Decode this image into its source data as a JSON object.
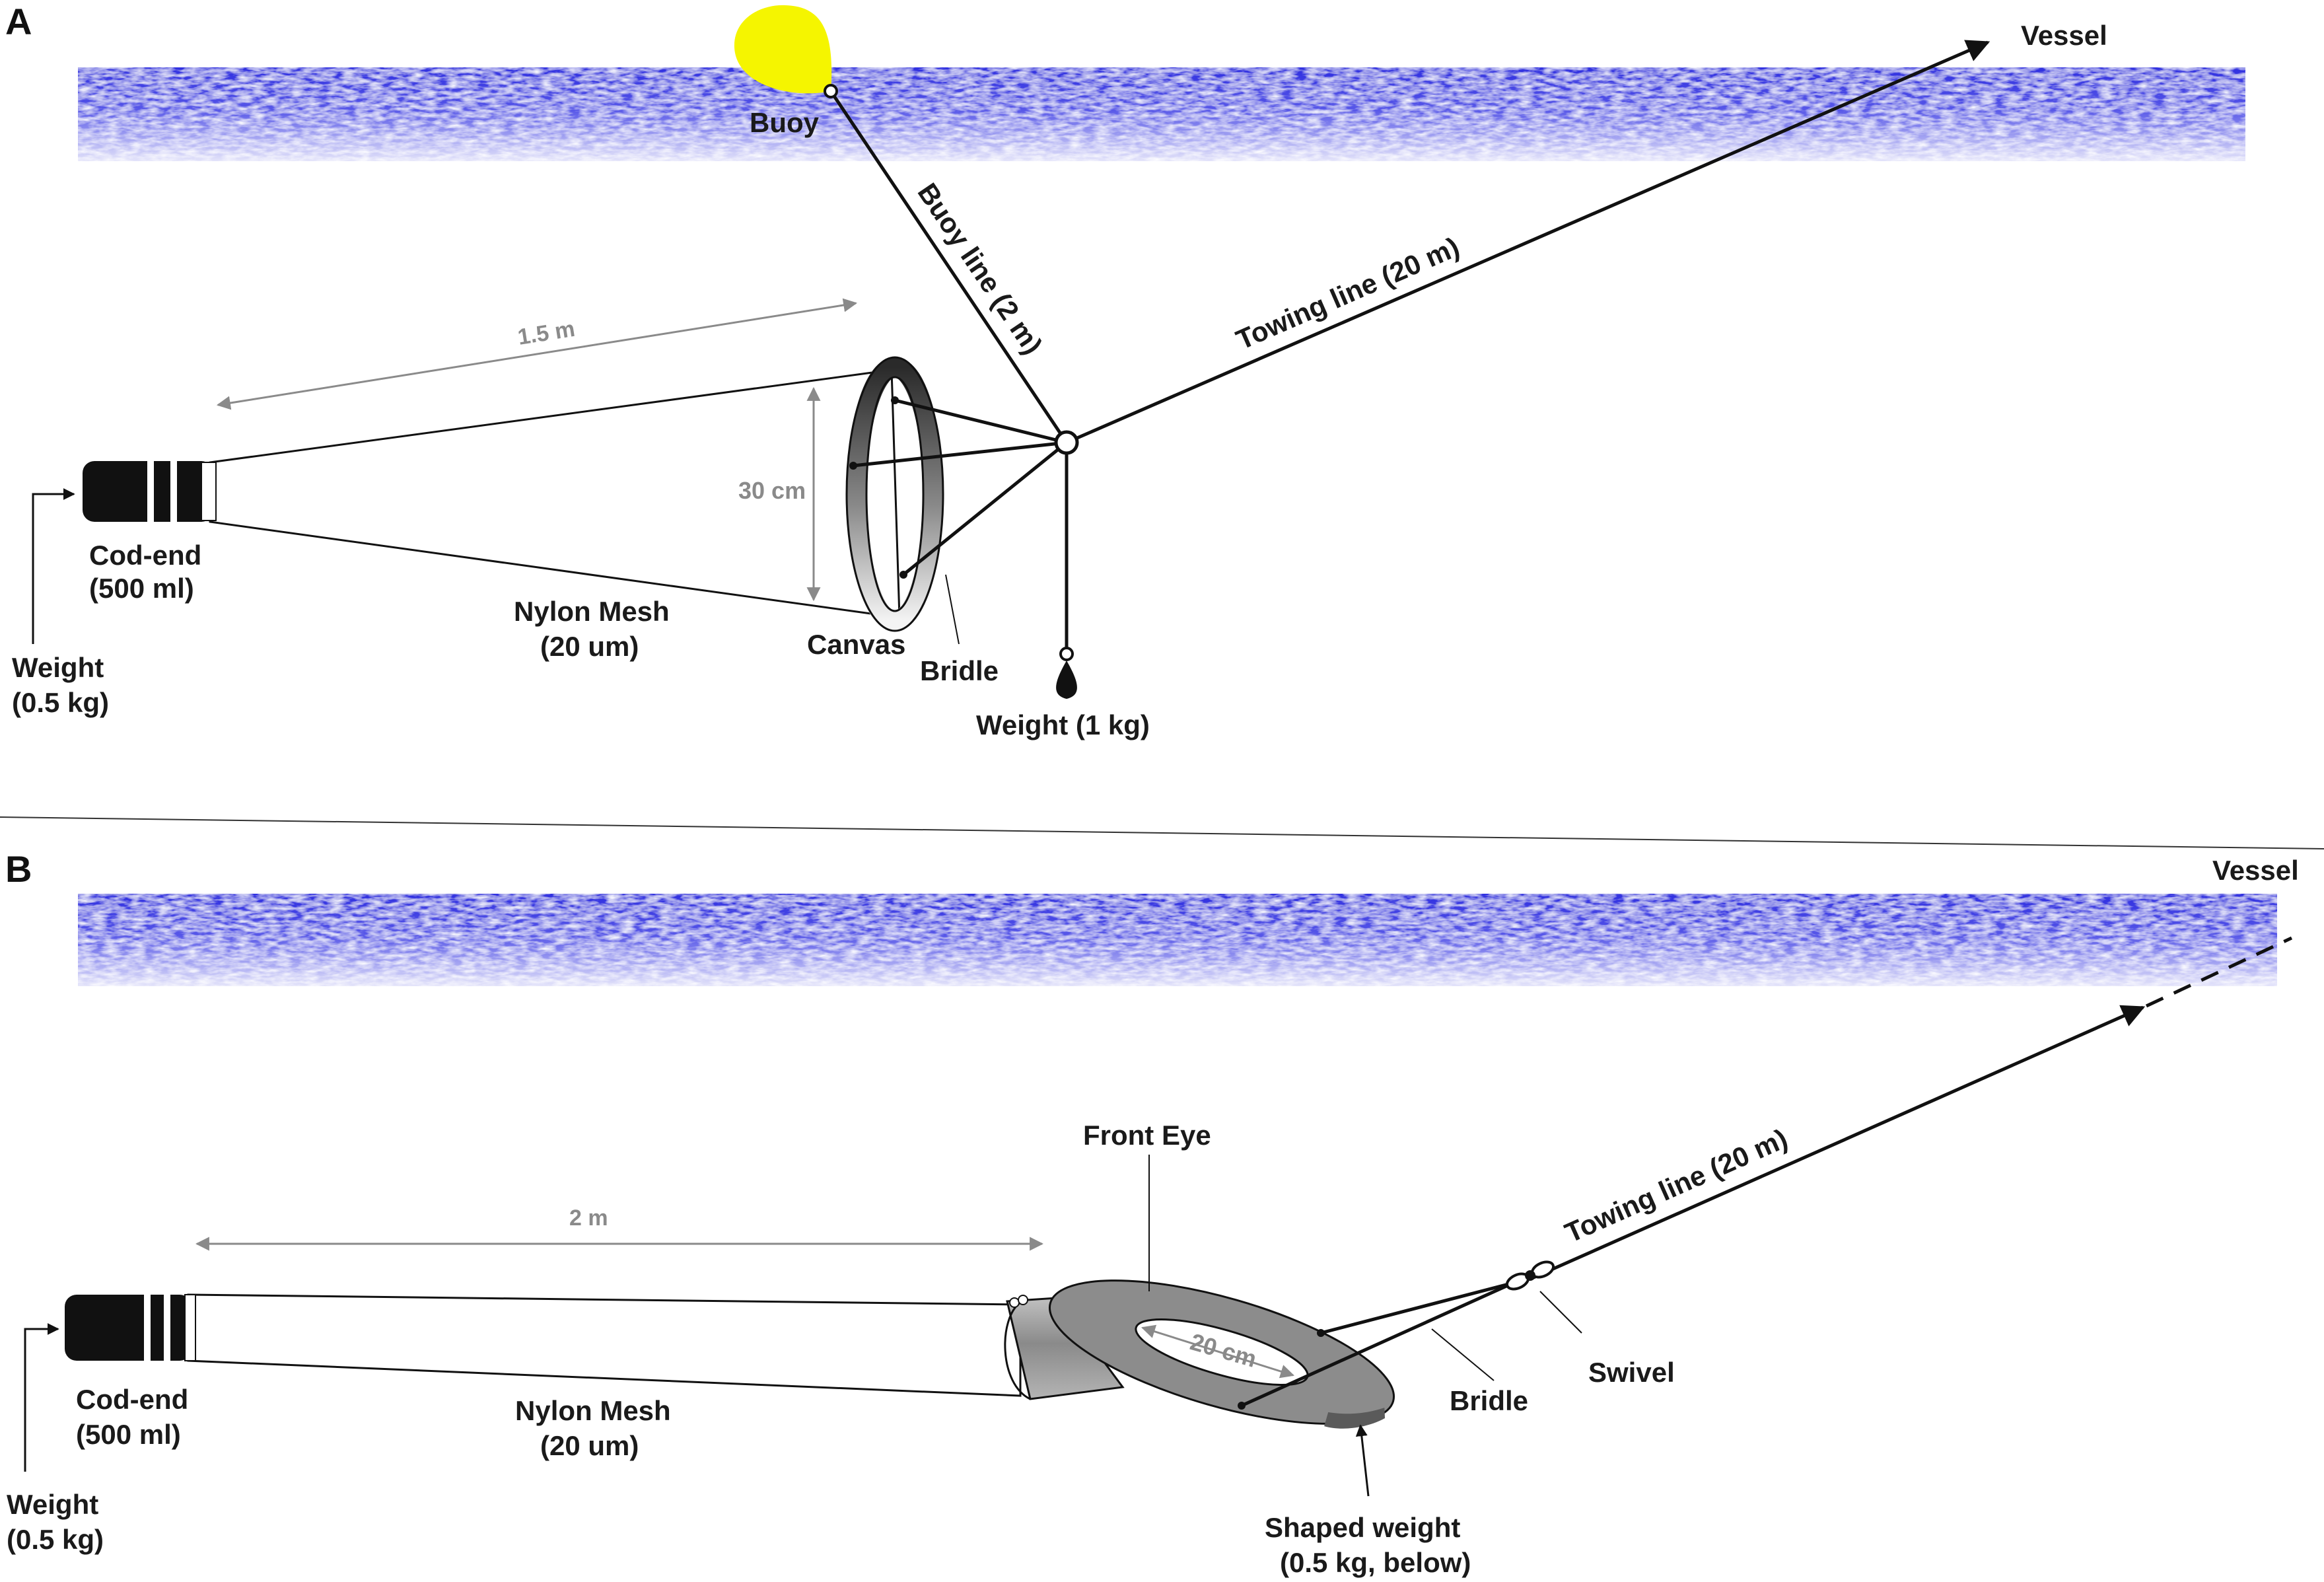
{
  "panel_a": {
    "letter": "A",
    "labels": {
      "vessel": "Vessel",
      "buoy": "Buoy",
      "buoy_line": "Buoy line (2 m)",
      "towing_line": "Towing line (20 m)",
      "length": "1.5 m",
      "diameter": "30 cm",
      "cod_end_1": "Cod-end",
      "cod_end_2": "(500 ml)",
      "mesh_1": "Nylon Mesh",
      "mesh_2": "(20 um)",
      "canvas": "Canvas",
      "bridle": "Bridle",
      "weight_1": "Weight",
      "weight_2": "(0.5 kg)",
      "weight_1kg": "Weight (1 kg)"
    }
  },
  "panel_b": {
    "letter": "B",
    "labels": {
      "vessel": "Vessel",
      "front_eye": "Front Eye",
      "length": "2 m",
      "diameter": "20 cm",
      "towing_line": "Towing line (20 m)",
      "cod_end_1": "Cod-end",
      "cod_end_2": "(500 ml)",
      "mesh_1": "Nylon Mesh",
      "mesh_2": "(20 um)",
      "bridle": "Bridle",
      "swivel": "Swivel",
      "weight_1": "Weight",
      "weight_2": "(0.5 kg)",
      "shaped_weight_1": "Shaped weight",
      "shaped_weight_2": "(0.5 kg, below)"
    }
  },
  "colors": {
    "water": "#3a3ae6",
    "buoy": "#f5f500",
    "line": "#111111",
    "dimension": "#8a8a8a",
    "front_eye": "#8c8c8c"
  }
}
